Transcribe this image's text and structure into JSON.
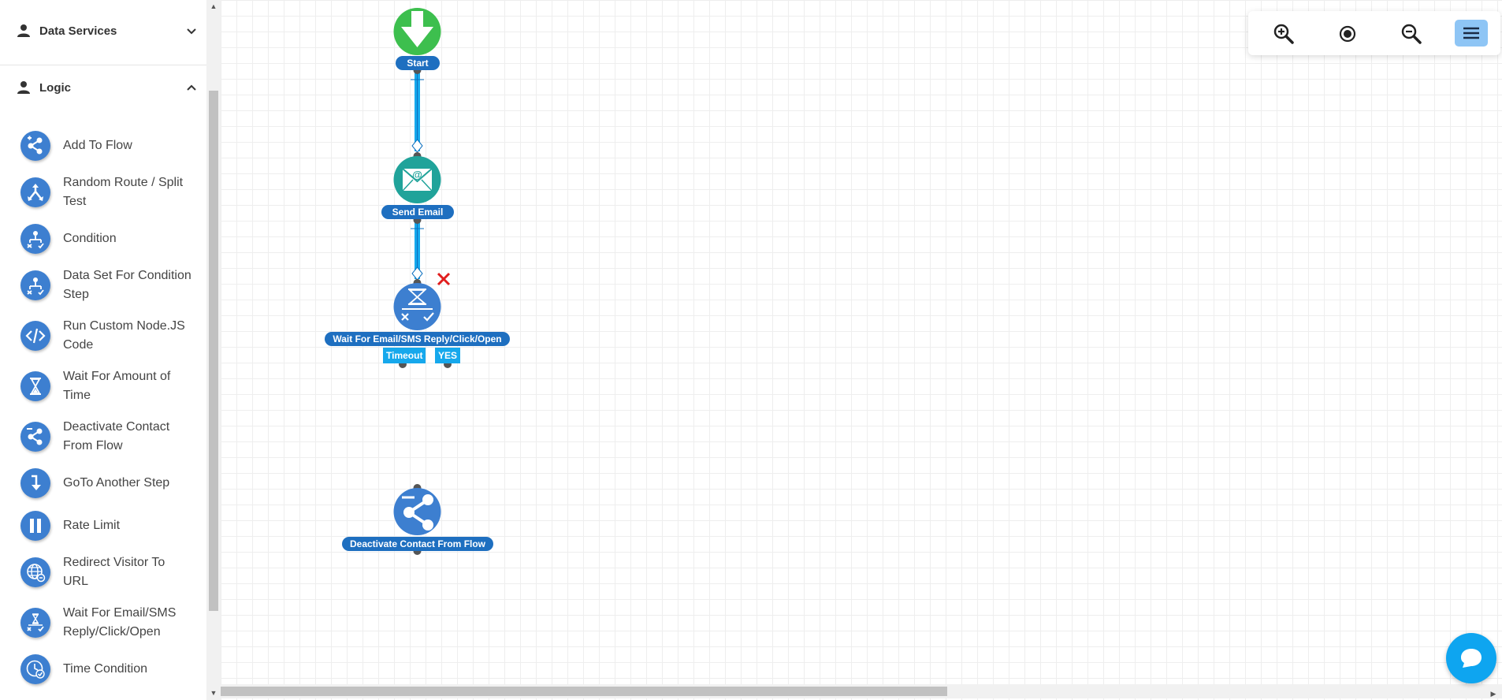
{
  "sidebar": {
    "sections": [
      {
        "title": "Data Services",
        "expanded": false,
        "icon": "person-icon"
      },
      {
        "title": "Logic",
        "expanded": true,
        "icon": "person-icon"
      }
    ],
    "items": [
      {
        "label": "Add To Flow",
        "icon": "add-to-flow-share-icon"
      },
      {
        "label": "Random Route / Split Test",
        "icon": "split-route-icon"
      },
      {
        "label": "Condition",
        "icon": "condition-icon"
      },
      {
        "label": "Data Set For Condition Step",
        "icon": "data-set-condition-icon"
      },
      {
        "label": "Run Custom Node.JS Code",
        "icon": "code-icon"
      },
      {
        "label": "Wait For Amount of Time",
        "icon": "hourglass-icon"
      },
      {
        "label": "Deactivate Contact From Flow",
        "icon": "deactivate-share-icon"
      },
      {
        "label": "GoTo Another Step",
        "icon": "goto-arrow-icon"
      },
      {
        "label": "Rate Limit",
        "icon": "pause-icon"
      },
      {
        "label": "Redirect Visitor To URL",
        "icon": "globe-redirect-icon"
      },
      {
        "label": "Wait For Email/SMS Reply/Click/Open",
        "icon": "wait-reply-icon"
      },
      {
        "label": "Time Condition",
        "icon": "clock-check-icon"
      }
    ]
  },
  "flow": {
    "nodes": [
      {
        "label": "Start",
        "icon": "download-arrow-icon",
        "color": "#3dbf4e"
      },
      {
        "label": "Send Email",
        "icon": "email-envelope-icon",
        "color": "#20a39a"
      },
      {
        "label": "Wait For Email/SMS Reply/Click/Open",
        "icon": "wait-reply-icon",
        "color": "#3d7fd0"
      },
      {
        "label": "Deactivate Contact From Flow",
        "icon": "deactivate-share-icon",
        "color": "#3d7fd0"
      }
    ],
    "branches": [
      "Timeout",
      "YES"
    ]
  },
  "toolbar": {
    "buttons": [
      "zoom-in-icon",
      "reset-center-icon",
      "zoom-out-icon",
      "menu-icon"
    ],
    "active_button_color": "#8ec5f5"
  },
  "colors": {
    "label_bg": "#1e6fc0",
    "connector": "#16a8ec",
    "branch_label_bg": "#16a8ec",
    "delete_x": "#e11d1d",
    "chat_button": "#0ea5f0"
  }
}
